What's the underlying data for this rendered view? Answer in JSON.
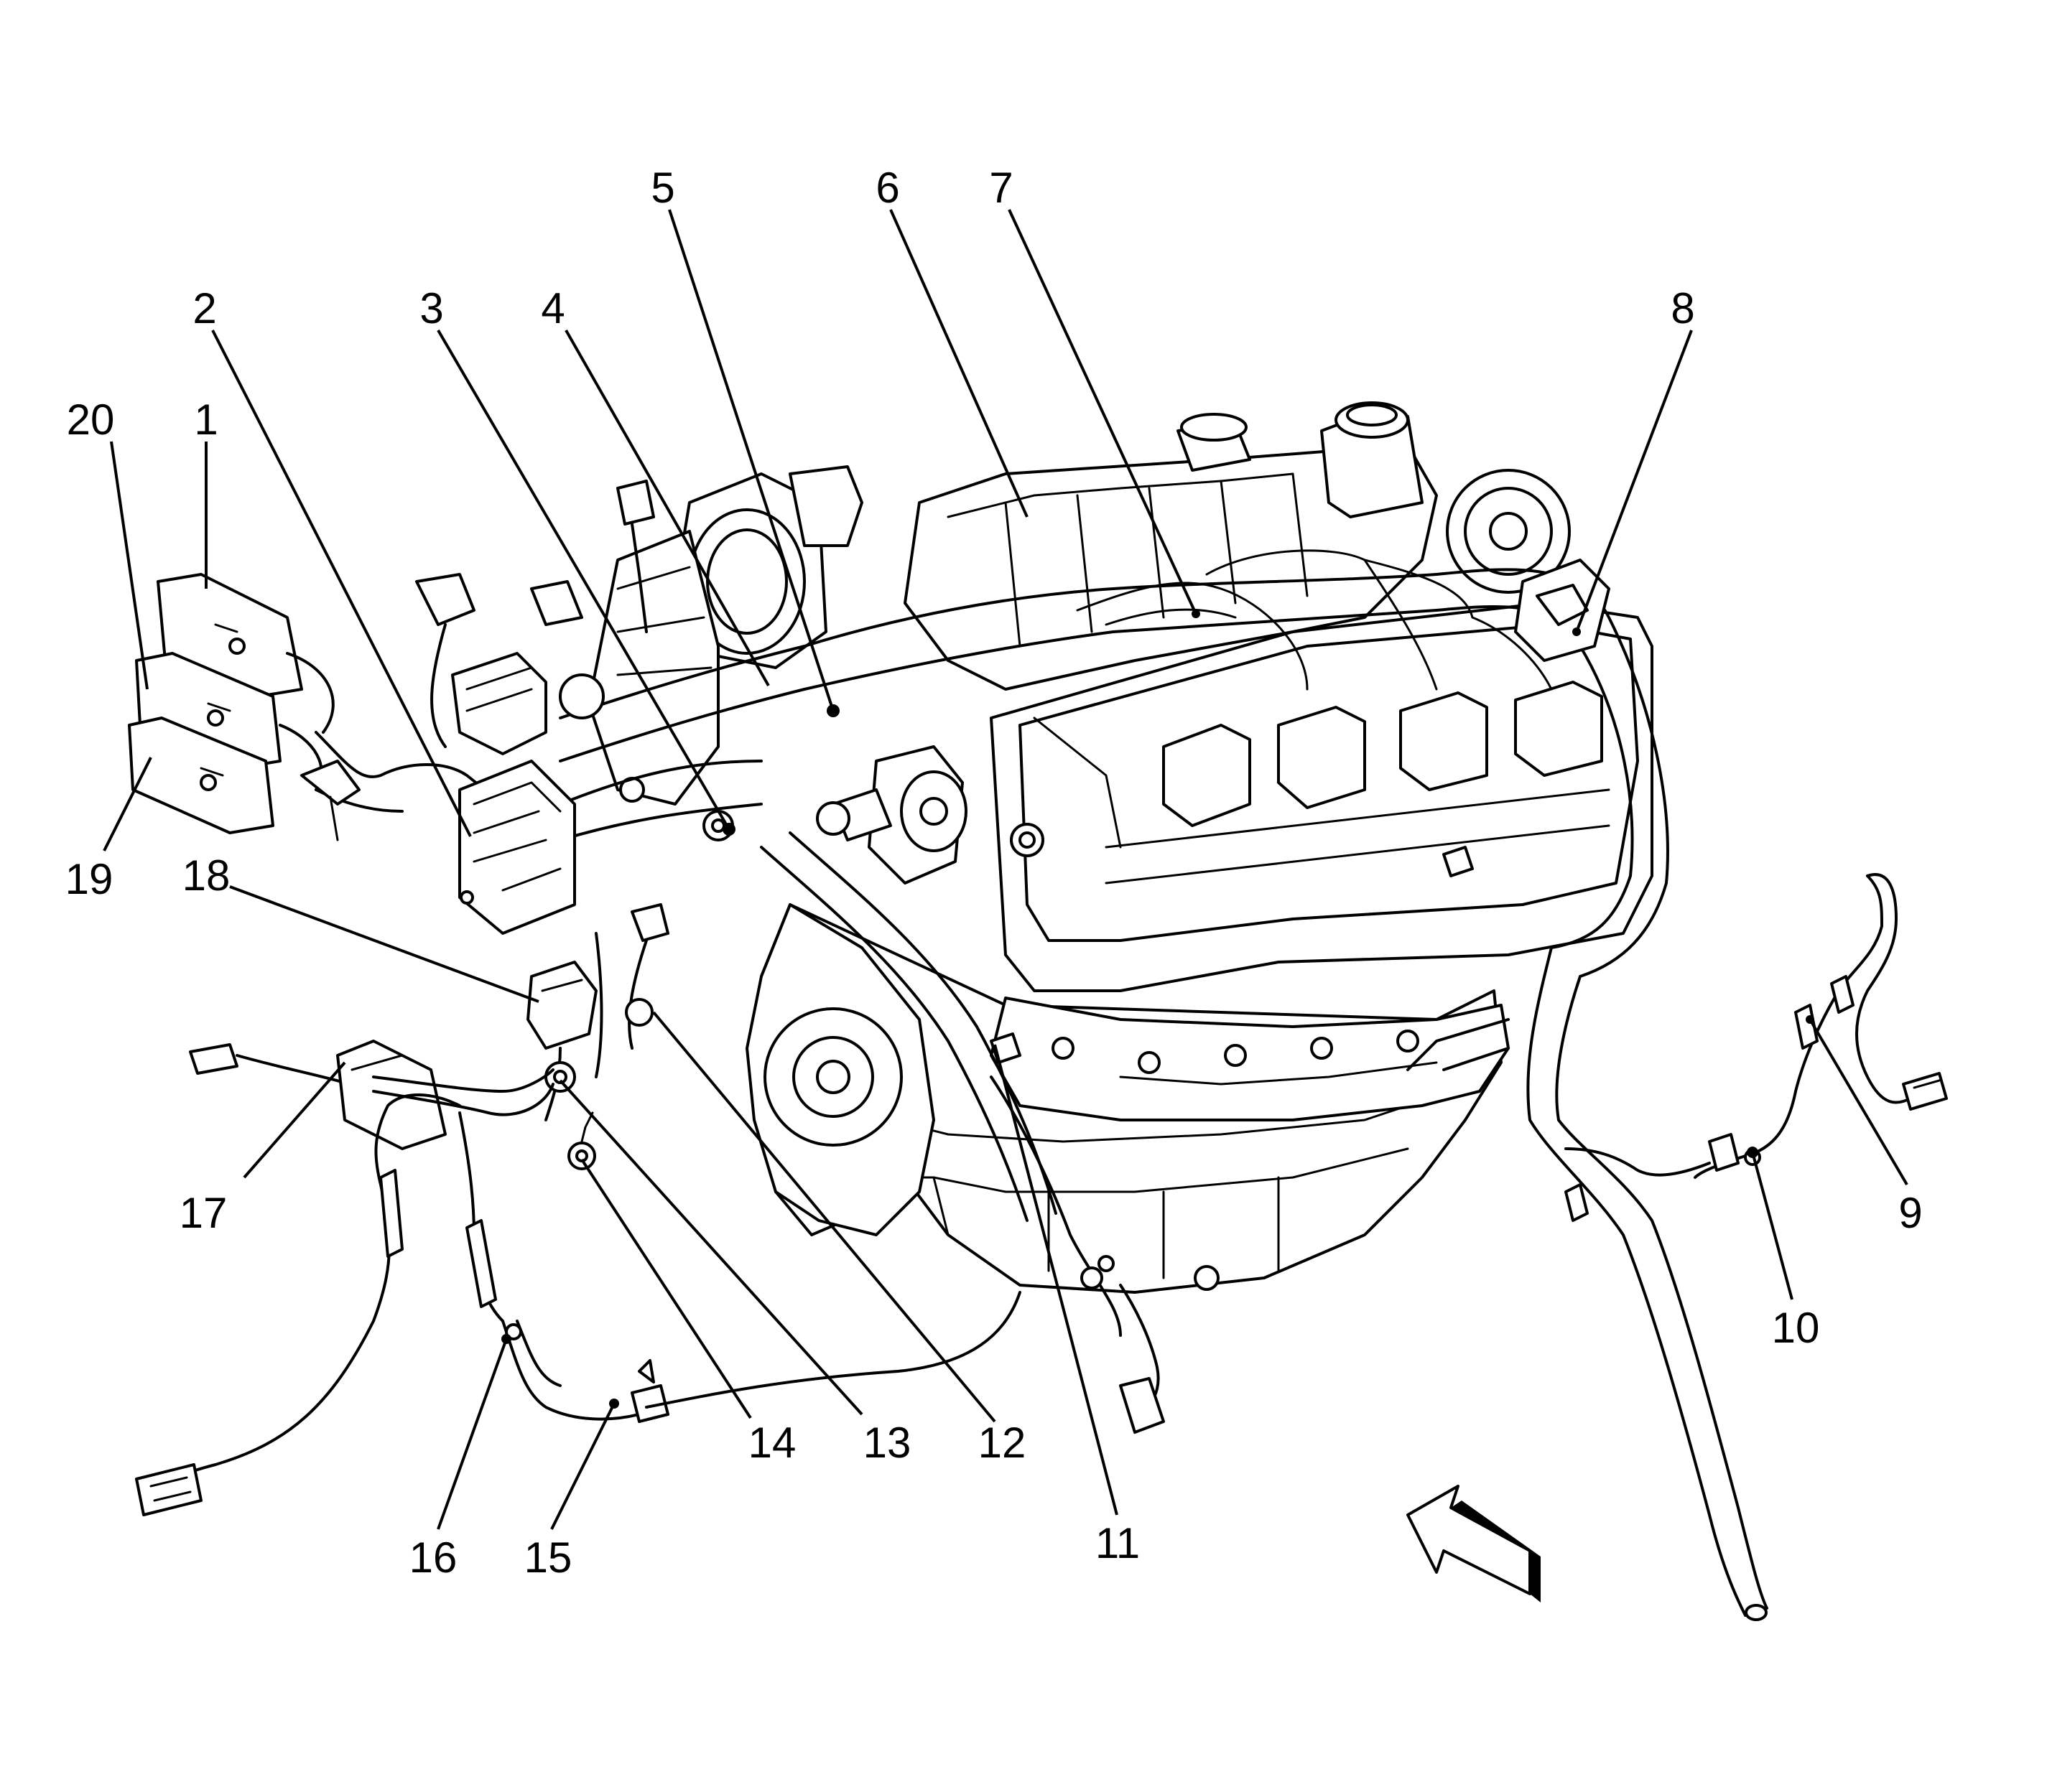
{
  "callouts": [
    {
      "id": "c1",
      "label": "1"
    },
    {
      "id": "c2",
      "label": "2"
    },
    {
      "id": "c3",
      "label": "3"
    },
    {
      "id": "c4",
      "label": "4"
    },
    {
      "id": "c5",
      "label": "5"
    },
    {
      "id": "c6",
      "label": "6"
    },
    {
      "id": "c7",
      "label": "7"
    },
    {
      "id": "c8",
      "label": "8"
    },
    {
      "id": "c9",
      "label": "9"
    },
    {
      "id": "c10",
      "label": "10"
    },
    {
      "id": "c11",
      "label": "11"
    },
    {
      "id": "c12",
      "label": "12"
    },
    {
      "id": "c13",
      "label": "13"
    },
    {
      "id": "c14",
      "label": "14"
    },
    {
      "id": "c15",
      "label": "15"
    },
    {
      "id": "c16",
      "label": "16"
    },
    {
      "id": "c17",
      "label": "17"
    },
    {
      "id": "c18",
      "label": "18"
    },
    {
      "id": "c19",
      "label": "19"
    },
    {
      "id": "c20",
      "label": "20"
    }
  ],
  "icons": {
    "direction_arrow": "front-direction-arrow-icon"
  }
}
